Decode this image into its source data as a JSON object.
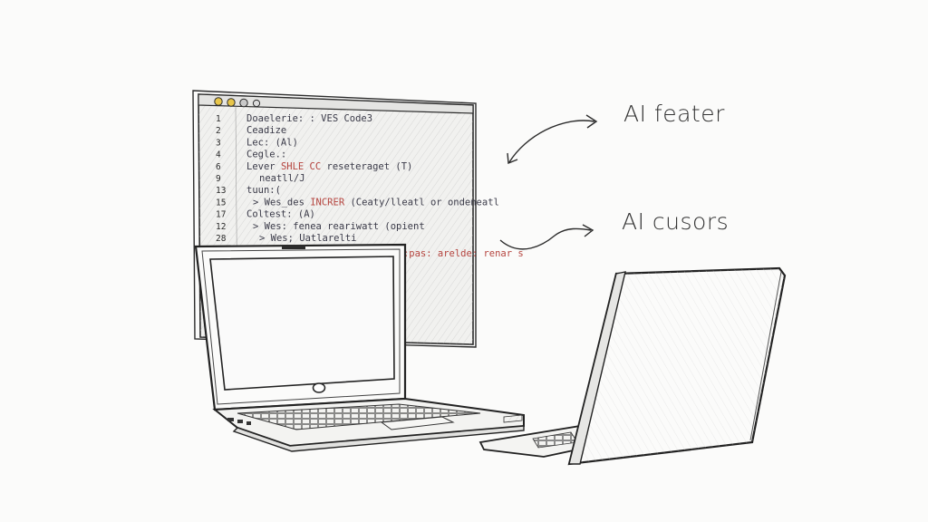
{
  "annotations": {
    "top": "AI feater",
    "bottom": "AI cusors"
  },
  "editor": {
    "lines": [
      {
        "num": "1",
        "text": "Doaelerie: : VES Code3",
        "indent": 0
      },
      {
        "num": "2",
        "text": "Ceadize",
        "indent": 0
      },
      {
        "num": "3",
        "text": "Lec: (Al)",
        "indent": 0
      },
      {
        "num": "4",
        "text": "Cegle.:",
        "indent": 0
      },
      {
        "num": "6",
        "text": "Lever SHLE CC reseteraget (T)",
        "indent": 0,
        "red_span": "SHLE CC"
      },
      {
        "num": "9",
        "text": "neatll/J",
        "indent": 2
      },
      {
        "num": "13",
        "text": "tuun:(",
        "indent": 0
      },
      {
        "num": "15",
        "text": "> Wes_des INCRER (Ceaty/lleatl or ondeneatl",
        "indent": 1,
        "red_span": "INCRER"
      },
      {
        "num": "17",
        "text": "Coltest: (A)",
        "indent": 0
      },
      {
        "num": "12",
        "text": "> Wes: fenea reariwatt (opient",
        "indent": 1
      },
      {
        "num": "28",
        "text": "> Wes; Uatlarelti",
        "indent": 2
      }
    ],
    "error_line": "oun:pas: arelde: renar s"
  },
  "colors": {
    "stroke": "#2b2b2b",
    "code": "#3a3a48",
    "red": "#b5443e",
    "dot_yellow": "#e8c64a",
    "dot_gray": "#c9c9c9"
  }
}
